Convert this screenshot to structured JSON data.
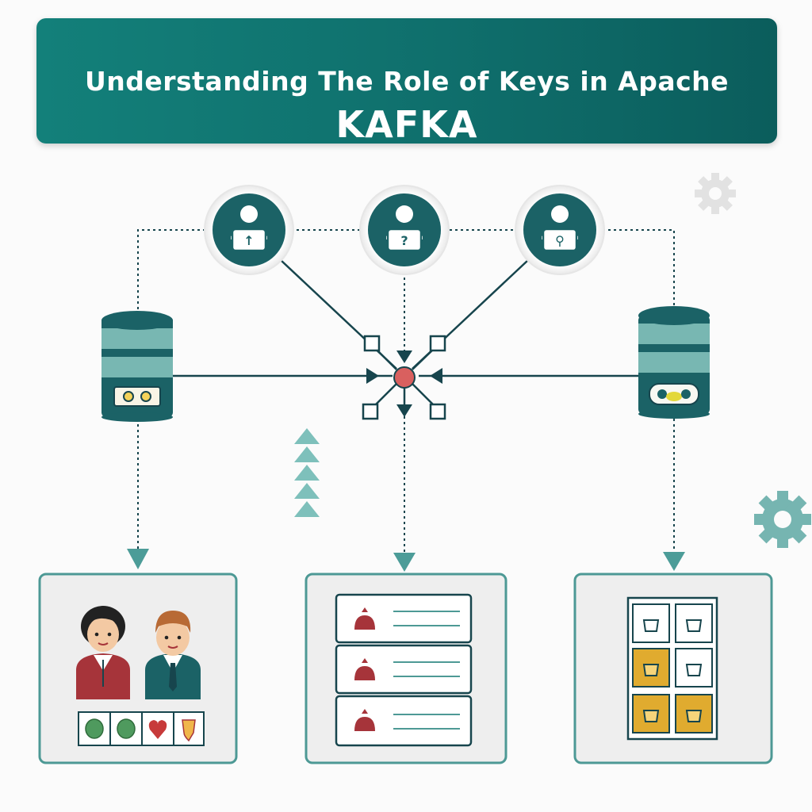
{
  "header": {
    "title_line1": "Understanding The Role of Keys in Apache",
    "title_line2": "KAFKA"
  },
  "producers": [
    {
      "icon": "user-lock-icon",
      "key_symbol": "↑"
    },
    {
      "icon": "user-lock-icon",
      "key_symbol": "?"
    },
    {
      "icon": "user-lock-icon",
      "key_symbol": "⚲"
    }
  ],
  "consumer_panels": [
    {
      "name": "customers-panel",
      "icon": "people-icon",
      "tokens": [
        "apple-icon",
        "apple-icon",
        "heart-icon",
        "shield-icon"
      ]
    },
    {
      "name": "messages-panel",
      "icon": "message-list-icon",
      "rows": 3
    },
    {
      "name": "grid-panel",
      "icon": "key-grid-icon",
      "cells": 6
    }
  ],
  "colors": {
    "teal_dark": "#1b6266",
    "teal_light": "#78b7b2",
    "accent_red": "#d9605f",
    "gold": "#e0ab2f",
    "crimson": "#a6343a",
    "line": "#17454d"
  }
}
